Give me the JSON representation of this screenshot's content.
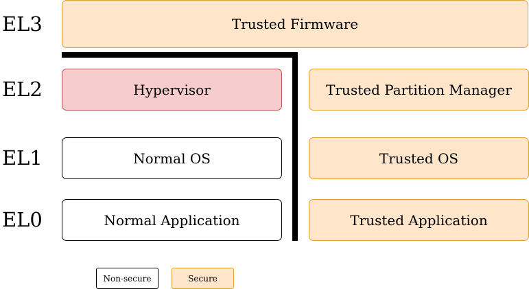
{
  "levels": {
    "el3": "EL3",
    "el2": "EL2",
    "el1": "EL1",
    "el0": "EL0"
  },
  "boxes": {
    "trusted_firmware": "Trusted Firmware",
    "hypervisor": "Hypervisor",
    "trusted_partition_manager": "Trusted Partition Manager",
    "normal_os": "Normal OS",
    "trusted_os": "Trusted OS",
    "normal_application": "Normal Application",
    "trusted_application": "Trusted Application"
  },
  "legend": {
    "non_secure": "Non-secure",
    "secure": "Secure"
  },
  "colors": {
    "secure_fill": "#ffe5c9",
    "secure_border": "#e0a033",
    "hypervisor_fill": "#f6cccc",
    "hypervisor_border": "#b85450",
    "non_secure_fill": "#ffffff",
    "divider": "#000000"
  }
}
